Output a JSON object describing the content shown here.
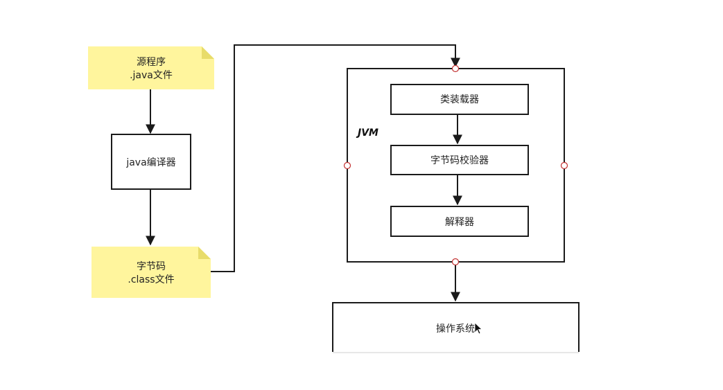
{
  "colors": {
    "note_fill": "#fff59d",
    "note_fold": "#e8dc6a",
    "stroke": "#1a1a1a",
    "port_stroke": "#c23030",
    "background": "#ffffff"
  },
  "nodes": {
    "source_note": {
      "line1": "源程序",
      "line2": ".java文件"
    },
    "compiler": {
      "label": "java编译器"
    },
    "bytecode_note": {
      "line1": "字节码",
      "line2": ".class文件"
    },
    "jvm": {
      "label": "JVM"
    },
    "class_loader": {
      "label": "类装载器"
    },
    "bytecode_verifier": {
      "label": "字节码校验器"
    },
    "interpreter": {
      "label": "解释器"
    },
    "os": {
      "label": "操作系统"
    }
  },
  "icons": {
    "cursor": "mouse-pointer-icon"
  }
}
